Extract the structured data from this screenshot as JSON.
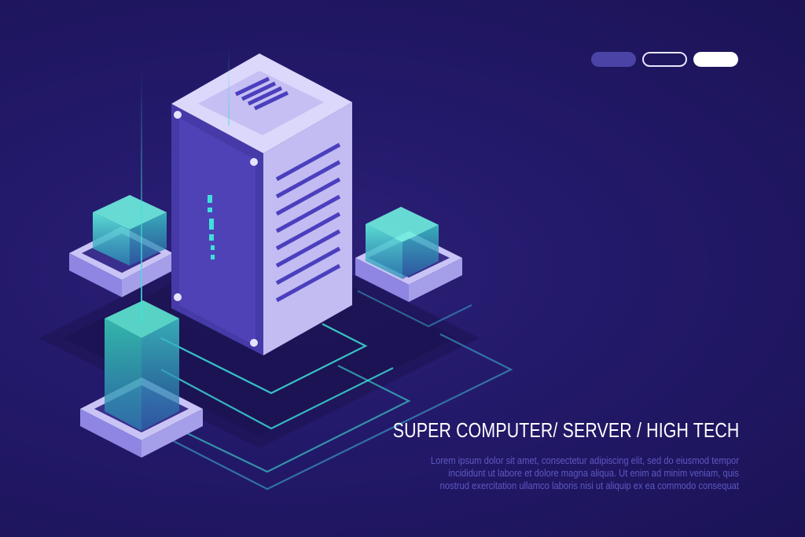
{
  "page": {
    "headline": "SUPER COMPUTER/ SERVER / HIGH TECH",
    "body_lines": [
      "Lorem ipsum dolor sit amet, consectetur adipiscing elit, sed do eiusmod tempor",
      "incididunt ut labore et dolore magna aliqua. Ut enim ad minim veniam, quis",
      "nostrud exercitation ullamco laboris nisi ut aliquip ex ea commodo consequat"
    ]
  },
  "colors": {
    "background": "#241a63",
    "accent_cyan": "#3fe0d8",
    "server_face": "#c9c4f5",
    "pill_active": "#ffffff",
    "pill_dim": "#4b44a6"
  },
  "icons": [
    "server-rack-icon",
    "data-cube-icon",
    "circuit-line-icon"
  ]
}
